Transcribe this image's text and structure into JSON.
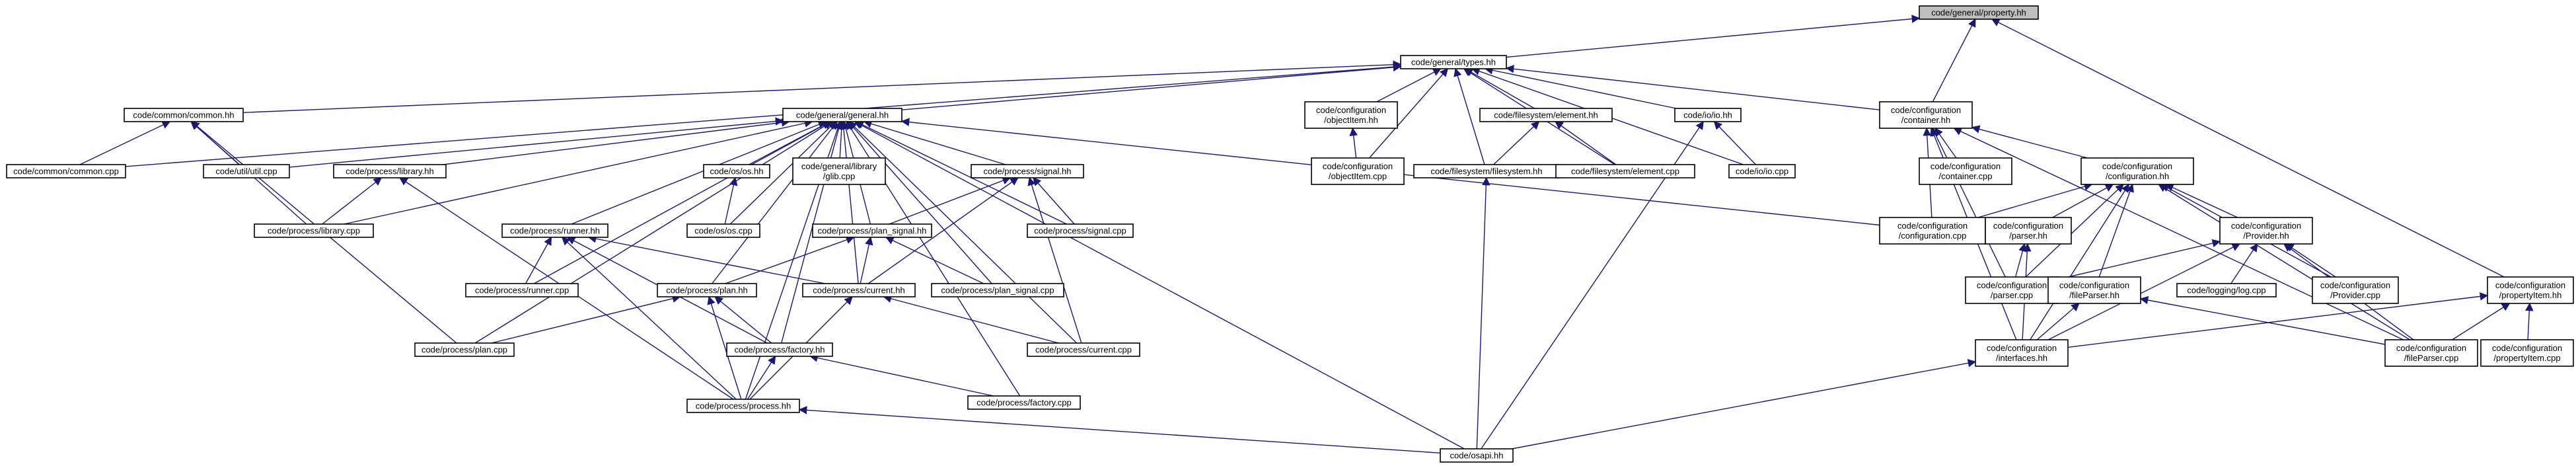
{
  "colors": {
    "edge": "#191970",
    "root_fill": "#bfbfbf",
    "node_fill": "#ffffff",
    "node_border": "#000000"
  },
  "nodes": [
    {
      "id": "property_hh",
      "lines": [
        "code/general/property.hh"
      ],
      "root": true
    },
    {
      "id": "types_hh",
      "lines": [
        "code/general/types.hh"
      ]
    },
    {
      "id": "common_hh",
      "lines": [
        "code/common/common.hh"
      ]
    },
    {
      "id": "general_hh",
      "lines": [
        "code/general/general.hh"
      ]
    },
    {
      "id": "objectitem_hh",
      "lines": [
        "code/configuration",
        "/objectItem.hh"
      ]
    },
    {
      "id": "fs_element_hh",
      "lines": [
        "code/filesystem/element.hh"
      ]
    },
    {
      "id": "io_hh",
      "lines": [
        "code/io/io.hh"
      ]
    },
    {
      "id": "container_hh",
      "lines": [
        "code/configuration",
        "/container.hh"
      ]
    },
    {
      "id": "common_cpp",
      "lines": [
        "code/common/common.cpp"
      ]
    },
    {
      "id": "util_cpp",
      "lines": [
        "code/util/util.cpp"
      ]
    },
    {
      "id": "library_hh",
      "lines": [
        "code/process/library.hh"
      ]
    },
    {
      "id": "os_hh",
      "lines": [
        "code/os/os.hh"
      ]
    },
    {
      "id": "glib_cpp",
      "lines": [
        "code/general/library",
        "/glib.cpp"
      ]
    },
    {
      "id": "signal_hh",
      "lines": [
        "code/process/signal.hh"
      ]
    },
    {
      "id": "objectitem_cpp",
      "lines": [
        "code/configuration",
        "/objectItem.cpp"
      ]
    },
    {
      "id": "filesystem_hh",
      "lines": [
        "code/filesystem/filesystem.hh"
      ]
    },
    {
      "id": "element_cpp",
      "lines": [
        "code/filesystem/element.cpp"
      ]
    },
    {
      "id": "io_cpp",
      "lines": [
        "code/io/io.cpp"
      ]
    },
    {
      "id": "container_cpp",
      "lines": [
        "code/configuration",
        "/container.cpp"
      ]
    },
    {
      "id": "configuration_hh",
      "lines": [
        "code/configuration",
        "/configuration.hh"
      ]
    },
    {
      "id": "library_cpp",
      "lines": [
        "code/process/library.cpp"
      ]
    },
    {
      "id": "os_cpp",
      "lines": [
        "code/os/os.cpp"
      ]
    },
    {
      "id": "signal_cpp",
      "lines": [
        "code/process/signal.cpp"
      ]
    },
    {
      "id": "runner_hh",
      "lines": [
        "code/process/runner.hh"
      ]
    },
    {
      "id": "plan_signal_hh",
      "lines": [
        "code/process/plan_signal.hh"
      ]
    },
    {
      "id": "configuration_cpp",
      "lines": [
        "code/configuration",
        "/configuration.cpp"
      ]
    },
    {
      "id": "parser_hh",
      "lines": [
        "code/configuration",
        "/parser.hh"
      ]
    },
    {
      "id": "provider_hh",
      "lines": [
        "code/configuration",
        "/Provider.hh"
      ]
    },
    {
      "id": "runner_cpp",
      "lines": [
        "code/process/runner.cpp"
      ]
    },
    {
      "id": "plan_hh",
      "lines": [
        "code/process/plan.hh"
      ]
    },
    {
      "id": "current_hh",
      "lines": [
        "code/process/current.hh"
      ]
    },
    {
      "id": "plan_signal_cpp",
      "lines": [
        "code/process/plan_signal.cpp"
      ]
    },
    {
      "id": "parser_cpp",
      "lines": [
        "code/configuration",
        "/parser.cpp"
      ]
    },
    {
      "id": "fileparser_hh",
      "lines": [
        "code/configuration",
        "/fileParser.hh"
      ]
    },
    {
      "id": "log_cpp",
      "lines": [
        "code/logging/log.cpp"
      ]
    },
    {
      "id": "provider_cpp",
      "lines": [
        "code/configuration",
        "/Provider.cpp"
      ]
    },
    {
      "id": "propertyitem_hh",
      "lines": [
        "code/configuration",
        "/propertyItem.hh"
      ]
    },
    {
      "id": "plan_cpp",
      "lines": [
        "code/process/plan.cpp"
      ]
    },
    {
      "id": "factory_hh",
      "lines": [
        "code/process/factory.hh"
      ]
    },
    {
      "id": "current_cpp",
      "lines": [
        "code/process/current.cpp"
      ]
    },
    {
      "id": "interfaces_hh",
      "lines": [
        "code/configuration",
        "/interfaces.hh"
      ]
    },
    {
      "id": "fileparser_cpp",
      "lines": [
        "code/configuration",
        "/fileParser.cpp"
      ]
    },
    {
      "id": "propertyitem_cpp",
      "lines": [
        "code/configuration",
        "/propertyItem.cpp"
      ]
    },
    {
      "id": "process_hh",
      "lines": [
        "code/process/process.hh"
      ]
    },
    {
      "id": "factory_cpp",
      "lines": [
        "code/process/factory.cpp"
      ]
    },
    {
      "id": "osapi_hh",
      "lines": [
        "code/osapi.hh"
      ]
    }
  ],
  "edges": [
    [
      "types_hh",
      "property_hh"
    ],
    [
      "container_hh",
      "property_hh"
    ],
    [
      "propertyitem_hh",
      "property_hh"
    ],
    [
      "common_hh",
      "types_hh"
    ],
    [
      "general_hh",
      "types_hh"
    ],
    [
      "objectitem_hh",
      "types_hh"
    ],
    [
      "fs_element_hh",
      "types_hh"
    ],
    [
      "io_hh",
      "types_hh"
    ],
    [
      "container_hh",
      "types_hh"
    ],
    [
      "common_cpp",
      "types_hh"
    ],
    [
      "objectitem_cpp",
      "types_hh"
    ],
    [
      "filesystem_hh",
      "types_hh"
    ],
    [
      "element_cpp",
      "types_hh"
    ],
    [
      "io_cpp",
      "types_hh"
    ],
    [
      "common_cpp",
      "common_hh"
    ],
    [
      "util_cpp",
      "common_hh"
    ],
    [
      "library_cpp",
      "common_hh"
    ],
    [
      "plan_cpp",
      "common_hh"
    ],
    [
      "util_cpp",
      "general_hh"
    ],
    [
      "library_hh",
      "general_hh"
    ],
    [
      "library_cpp",
      "general_hh"
    ],
    [
      "os_hh",
      "general_hh"
    ],
    [
      "os_cpp",
      "general_hh"
    ],
    [
      "glib_cpp",
      "general_hh"
    ],
    [
      "signal_hh",
      "general_hh"
    ],
    [
      "signal_cpp",
      "general_hh"
    ],
    [
      "runner_hh",
      "general_hh"
    ],
    [
      "runner_cpp",
      "general_hh"
    ],
    [
      "plan_signal_hh",
      "general_hh"
    ],
    [
      "plan_signal_cpp",
      "general_hh"
    ],
    [
      "plan_hh",
      "general_hh"
    ],
    [
      "plan_cpp",
      "general_hh"
    ],
    [
      "current_hh",
      "general_hh"
    ],
    [
      "current_cpp",
      "general_hh"
    ],
    [
      "factory_hh",
      "general_hh"
    ],
    [
      "factory_cpp",
      "general_hh"
    ],
    [
      "process_hh",
      "general_hh"
    ],
    [
      "osapi_hh",
      "general_hh"
    ],
    [
      "configuration_cpp",
      "general_hh"
    ],
    [
      "objectitem_cpp",
      "objectitem_hh"
    ],
    [
      "filesystem_hh",
      "fs_element_hh"
    ],
    [
      "element_cpp",
      "fs_element_hh"
    ],
    [
      "io_cpp",
      "io_hh"
    ],
    [
      "osapi_hh",
      "io_hh"
    ],
    [
      "container_cpp",
      "container_hh"
    ],
    [
      "configuration_hh",
      "container_hh"
    ],
    [
      "configuration_cpp",
      "container_hh"
    ],
    [
      "parser_cpp",
      "container_hh"
    ],
    [
      "interfaces_hh",
      "container_hh"
    ],
    [
      "fileparser_cpp",
      "container_hh"
    ],
    [
      "library_cpp",
      "library_hh"
    ],
    [
      "process_hh",
      "library_hh"
    ],
    [
      "os_cpp",
      "os_hh"
    ],
    [
      "signal_cpp",
      "signal_hh"
    ],
    [
      "plan_signal_hh",
      "signal_hh"
    ],
    [
      "current_hh",
      "signal_hh"
    ],
    [
      "current_cpp",
      "signal_hh"
    ],
    [
      "osapi_hh",
      "filesystem_hh"
    ],
    [
      "configuration_cpp",
      "configuration_hh"
    ],
    [
      "parser_hh",
      "configuration_hh"
    ],
    [
      "parser_cpp",
      "configuration_hh"
    ],
    [
      "provider_hh",
      "configuration_hh"
    ],
    [
      "fileparser_hh",
      "configuration_hh"
    ],
    [
      "provider_cpp",
      "configuration_hh"
    ],
    [
      "interfaces_hh",
      "configuration_hh"
    ],
    [
      "fileparser_cpp",
      "configuration_hh"
    ],
    [
      "runner_cpp",
      "runner_hh"
    ],
    [
      "current_hh",
      "runner_hh"
    ],
    [
      "factory_hh",
      "runner_hh"
    ],
    [
      "process_hh",
      "runner_hh"
    ],
    [
      "current_hh",
      "plan_signal_hh"
    ],
    [
      "plan_hh",
      "plan_signal_hh"
    ],
    [
      "plan_signal_cpp",
      "plan_signal_hh"
    ],
    [
      "parser_cpp",
      "parser_hh"
    ],
    [
      "interfaces_hh",
      "parser_hh"
    ],
    [
      "provider_cpp",
      "provider_hh"
    ],
    [
      "log_cpp",
      "provider_hh"
    ],
    [
      "parser_cpp",
      "provider_hh"
    ],
    [
      "interfaces_hh",
      "provider_hh"
    ],
    [
      "fileparser_cpp",
      "provider_hh"
    ],
    [
      "plan_cpp",
      "plan_hh"
    ],
    [
      "factory_hh",
      "plan_hh"
    ],
    [
      "process_hh",
      "plan_hh"
    ],
    [
      "current_cpp",
      "current_hh"
    ],
    [
      "process_hh",
      "current_hh"
    ],
    [
      "interfaces_hh",
      "fileparser_hh"
    ],
    [
      "fileparser_cpp",
      "fileparser_hh"
    ],
    [
      "fileparser_cpp",
      "propertyitem_hh"
    ],
    [
      "propertyitem_cpp",
      "propertyitem_hh"
    ],
    [
      "interfaces_hh",
      "propertyitem_hh"
    ],
    [
      "process_hh",
      "factory_hh"
    ],
    [
      "factory_cpp",
      "factory_hh"
    ],
    [
      "osapi_hh",
      "interfaces_hh"
    ],
    [
      "osapi_hh",
      "process_hh"
    ]
  ]
}
